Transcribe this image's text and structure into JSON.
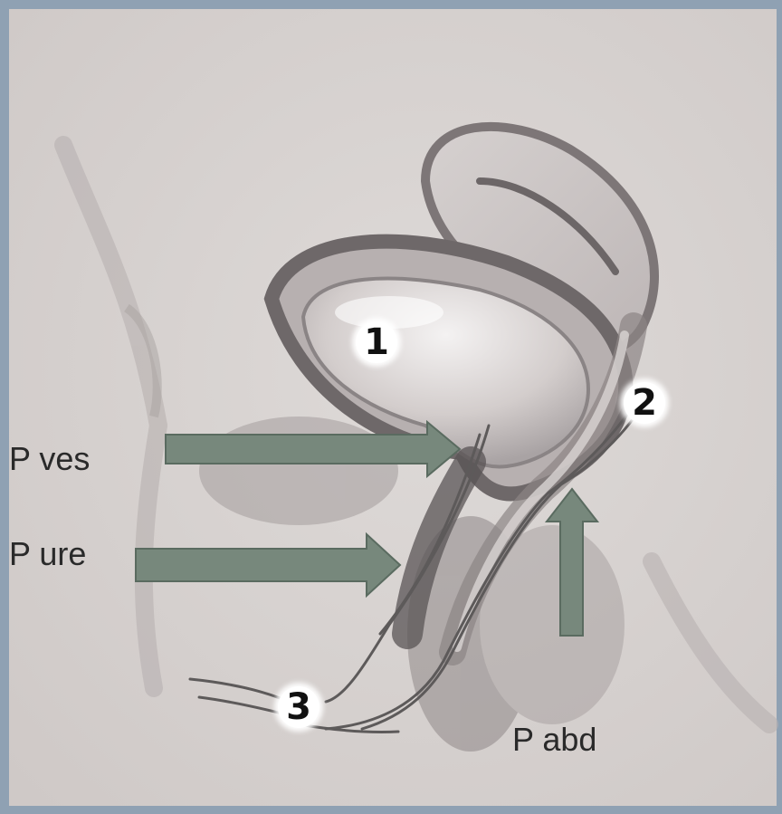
{
  "labels": {
    "p_ves": "P ves",
    "p_ure": "P ure",
    "p_abd": "P abd"
  },
  "markers": {
    "bladder": "1",
    "uterus_side": "2",
    "urethra_meatus": "3"
  },
  "colors": {
    "frame_border": "#8fa1b3",
    "background": "#d8d3d1",
    "arrow_fill": "#77887c",
    "arrow_edge": "#5a6b60",
    "line": "#5d5a5a"
  }
}
